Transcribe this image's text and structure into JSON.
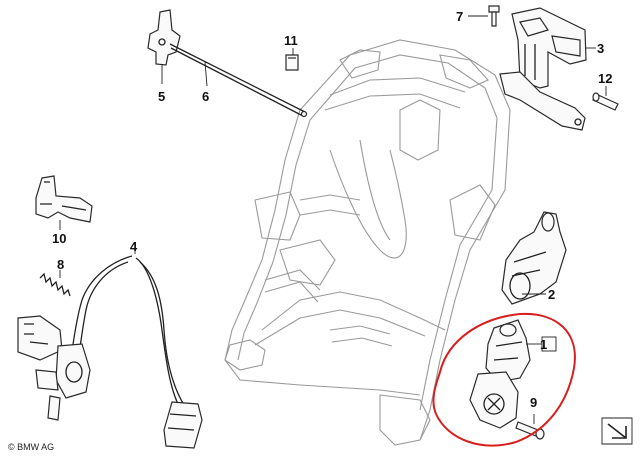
{
  "callouts": {
    "c1": "1",
    "c2": "2",
    "c3": "3",
    "c4": "4",
    "c5": "5",
    "c6": "6",
    "c7": "7",
    "c8": "8",
    "c9": "9",
    "c10": "10",
    "c11": "11",
    "c12": "12"
  },
  "copyright": "© BMW AG",
  "colors": {
    "highlight_circle": "#d81e1e",
    "linework": "#222222",
    "frame_linework": "#9a9a9a"
  }
}
